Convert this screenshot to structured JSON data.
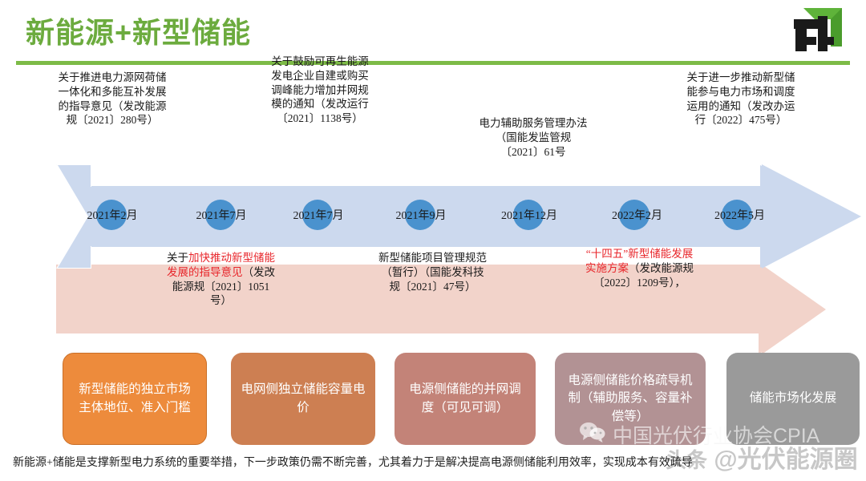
{
  "header": {
    "title": "新能源+新型储能",
    "title_color": "#6cab3e",
    "logo_name": "fil-cube-logo"
  },
  "timeline": {
    "band_color_top": "#ccd9ee",
    "band_color_bottom": "#f2d3ca",
    "dot_color": "#3f8ccb",
    "dates": [
      {
        "label": "2021年2月"
      },
      {
        "label": "2021年7月"
      },
      {
        "label": "2021年7月"
      },
      {
        "label": "2021年9月"
      },
      {
        "label": "2021年12月"
      },
      {
        "label": "2022年2月"
      },
      {
        "label": "2022年5月"
      }
    ],
    "notes_above": [
      {
        "text": "关于推进电力源网荷储一体化和多能互补发展的指导意见（发改能源规〔2021〕280号）"
      },
      {
        "text": "关于鼓励可再生能源发电企业自建或购买调峰能力增加并网规模的通知（发改运行〔2021〕1138号）"
      },
      {
        "text": "电力辅助服务管理办法（国能发监管规〔2021〕61号"
      },
      {
        "text": "关于进一步推动新型储能参与电力市场和调度运用的通知（发改办运行〔2022〕475号）"
      }
    ],
    "notes_below": [
      {
        "lead": "关于",
        "highlight": "加快推动新型储能发展的指导意见",
        "tail": "（发改能源规〔2021〕1051号）",
        "highlight_color": "#e8262b"
      },
      {
        "lead": "",
        "highlight": "",
        "tail": "新型储能项目管理规范（暂行）（国能发科技规〔2021〕47号）",
        "highlight_color": "#e8262b"
      },
      {
        "lead": "",
        "highlight": "“十四五”新型储能发展实施方案",
        "tail": "（发改能源规〔2022〕1209号），",
        "highlight_color": "#e8262b"
      }
    ]
  },
  "boxes": [
    {
      "label": "新型储能的独立市场主体地位、准入门槛",
      "color": "#ed8b3c"
    },
    {
      "label": "电网侧独立储能容量电价",
      "color": "#cd7f52"
    },
    {
      "label": "电源侧储能的并网调度（可见可调）",
      "color": "#c38378"
    },
    {
      "label": "电源侧储能价格疏导机制（辅助服务、容量补偿等）",
      "color": "#b29294"
    },
    {
      "label": "储能市场化发展",
      "color": "#9a9a9a"
    }
  ],
  "footer": {
    "text": "新能源+储能是支撑新型电力系统的重要举措，下一步政策仍需不断完善，尤其着力于是解决提高电源侧储能利用效率，实现成本有效疏导"
  },
  "watermarks": {
    "cpia": "中国光伏行业协会CPIA",
    "toutiao_prefix": "头条",
    "toutiao_handle": "@光伏能源圈",
    "wechat_icon": "wechat-icon"
  }
}
